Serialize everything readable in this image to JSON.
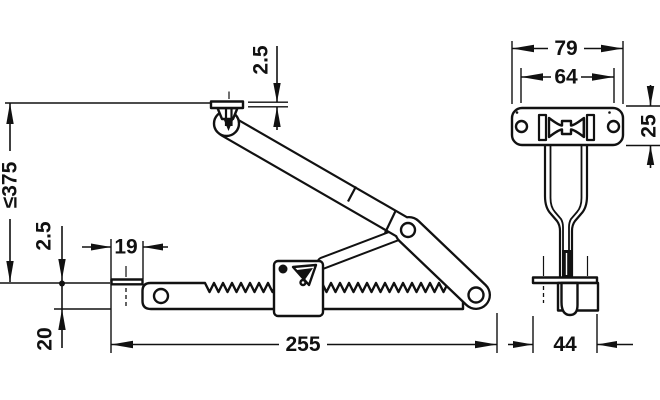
{
  "drawing": {
    "background": "#ffffff",
    "line_color": "#111111",
    "views": {
      "side": {
        "dimensions": {
          "max_height": "≤375",
          "top_plate_thickness": "2.5",
          "flange_thickness": "2.5",
          "flange_width": "19",
          "base_offset": "20",
          "overall_length": "255"
        }
      },
      "front": {
        "dimensions": {
          "plate_width": "79",
          "hole_spacing": "64",
          "plate_height": "25",
          "foot_width": "44"
        }
      }
    }
  }
}
